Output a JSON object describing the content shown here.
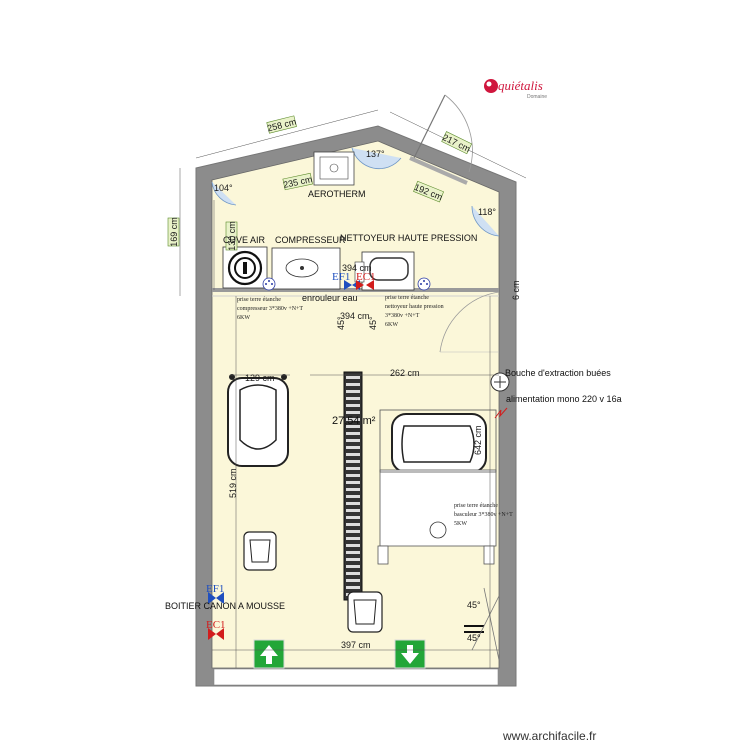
{
  "logo": {
    "text": "quiétalis",
    "sub": "Domaine"
  },
  "watermark": "www.archifacile.fr",
  "room": {
    "area": "27,54 m²"
  },
  "dimensions": {
    "d258": "258 cm",
    "d217": "217 cm",
    "d235": "235 cm",
    "d192": "192 cm",
    "d169": "169 cm",
    "d130": "130 cm",
    "d394a": "394 cm",
    "d394b": "394 cm",
    "d6": "6 cm",
    "d129": "129 cm",
    "d262": "262 cm",
    "d519": "519 cm",
    "d397": "397 cm",
    "d642": "642 cm"
  },
  "angles": {
    "a104": "104°",
    "a137": "137°",
    "a118": "118°",
    "a45a": "45°",
    "a45b": "45°",
    "a45c": "45°",
    "a45d": "45°"
  },
  "labels": {
    "aerotherm": "AEROTHERM",
    "cuve_air": "CUVE AIR",
    "compresseur": "COMPRESSEUR",
    "nettoyeur": "NETTOYEUR HAUTE PRESSION",
    "enrouleur": "enrouleur eau",
    "bouche": "Bouche d'extraction buées",
    "alimentation": "alimentation mono 220 v 16a",
    "boitier": "BOITIER CANON A MOUSSE"
  },
  "sockets": {
    "s1": [
      "prise terre étanche",
      "compresseur 3*380v +N+T",
      "6KW"
    ],
    "s2": [
      "prise terre étanche",
      "nettoyeur haute pression",
      "3*380v +N+T",
      "6KW"
    ],
    "s3": [
      "prise terre étanche",
      "basculeur 3*380v +N+T",
      "5KW"
    ]
  },
  "valves": {
    "ef_top": "EF1",
    "ec_top": "EC1",
    "ef_bottom": "EF1",
    "ec_bottom": "EC1"
  },
  "colors": {
    "wall": "#9a9a9a",
    "floor": "#fbf7d9",
    "exit_green": "#23a638",
    "cold_water": "#1f4fbf",
    "hot_water": "#d21c1c",
    "logo_red": "#d0163d"
  }
}
